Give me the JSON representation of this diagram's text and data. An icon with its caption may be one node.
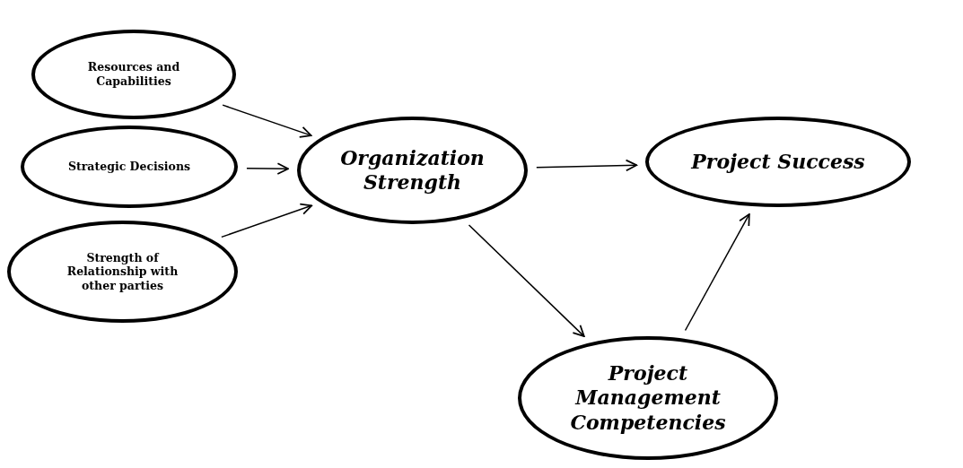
{
  "diagram": {
    "nodes": [
      {
        "text": [
          "Resources and Capabilities"
        ]
      },
      {
        "text": [
          "Strategic Decisions"
        ]
      },
      {
        "text": [
          "Strength of Relationship with other parties"
        ]
      },
      {
        "text": [
          "Organization Strength"
        ]
      },
      {
        "text": [
          "Project Success"
        ]
      },
      {
        "text": [
          "Project Management Competencies"
        ]
      }
    ],
    "edges": [
      {
        "from": 0,
        "to": 3,
        "arrow": "to"
      },
      {
        "from": 1,
        "to": 3,
        "arrow": "to"
      },
      {
        "from": 2,
        "to": 3,
        "arrow": "to"
      },
      {
        "from": 3,
        "to": 4,
        "arrow": "to"
      },
      {
        "from": 3,
        "to": 5,
        "arrow": "to"
      },
      {
        "from": 5,
        "to": 4,
        "arrow": "to"
      }
    ]
  }
}
